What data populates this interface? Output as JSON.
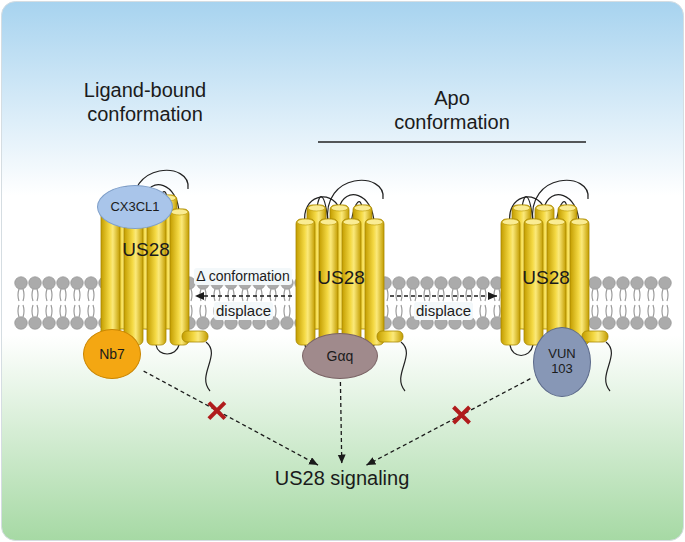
{
  "diagram": {
    "nodes": [
      {
        "text": [
          "US28"
        ]
      },
      {
        "text": [
          "CX3CL1"
        ]
      },
      {
        "text": [
          "Nb7"
        ]
      },
      {
        "text": [
          "US28"
        ]
      },
      {
        "text": [
          "Gαq"
        ]
      },
      {
        "text": [
          "US28"
        ]
      },
      {
        "text": [
          "VUN 103"
        ]
      },
      {
        "text": [
          "US28 signaling"
        ]
      }
    ],
    "edges": [
      {
        "from": 3,
        "to": 0,
        "arrow": "to",
        "label": "displace"
      },
      {
        "from": 3,
        "to": 5,
        "arrow": "to",
        "label": "displace"
      },
      {
        "from": 2,
        "to": 7,
        "arrow": "to"
      },
      {
        "from": 4,
        "to": 7,
        "arrow": "to"
      },
      {
        "from": 6,
        "to": 7,
        "arrow": "to"
      }
    ],
    "labels": [
      "Ligand-bound conformation",
      "Apo conformation",
      "Δ conformation"
    ]
  }
}
